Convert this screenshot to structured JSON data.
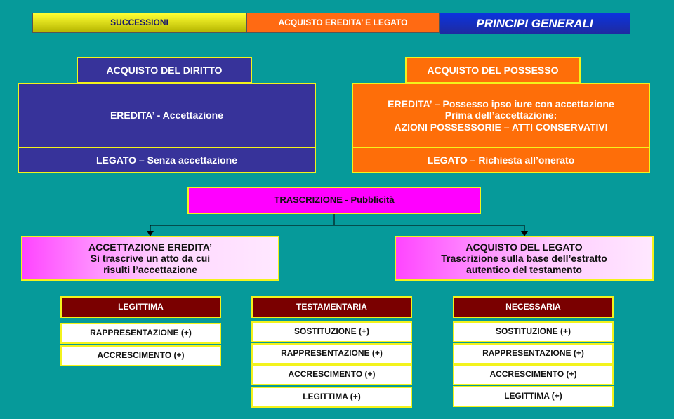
{
  "tabs": {
    "successioni": "SUCCESSIONI",
    "acquisto": "ACQUISTO EREDITA’ E LEGATO",
    "principi": "PRINCIPI GENERALI"
  },
  "diritto": {
    "header": "ACQUISTO DEL DIRITTO",
    "eredita": "EREDITA’ - Accettazione",
    "legato": "LEGATO – Senza accettazione"
  },
  "possesso": {
    "header": "ACQUISTO DEL POSSESSO",
    "eredita_line1": "EREDITA’ – Possesso ipso iure con accettazione",
    "eredita_line2": "Prima dell’accettazione:",
    "eredita_line3": "AZIONI POSSESSORIE – ATTI CONSERVATIVI",
    "legato": "LEGATO – Richiesta all’onerato"
  },
  "trascrizione": "TRASCRIZIONE - Pubblicità",
  "accettazione": {
    "title": "ACCETTAZIONE EREDITA’",
    "line1": "Si trascrive un atto da cui",
    "line2": "risulti l’accettazione"
  },
  "acquisto_legato": {
    "title": "ACQUISTO DEL LEGATO",
    "line1": "Trascrizione sulla base dell’estratto",
    "line2": "autentico del testamento"
  },
  "legittima": {
    "header": "LEGITTIMA",
    "items": [
      "RAPPRESENTAZIONE (+)",
      "ACCRESCIMENTO (+)"
    ]
  },
  "testamentaria": {
    "header": "TESTAMENTARIA",
    "items": [
      "SOSTITUZIONE (+)",
      "RAPPRESENTAZIONE (+)",
      "ACCRESCIMENTO (+)",
      "LEGITTIMA (+)"
    ]
  },
  "necessaria": {
    "header": "NECESSARIA",
    "items": [
      "SOSTITUZIONE (+)",
      "RAPPRESENTAZIONE (+)",
      "ACCRESCIMENTO (+)",
      "LEGITTIMA (+)"
    ]
  }
}
